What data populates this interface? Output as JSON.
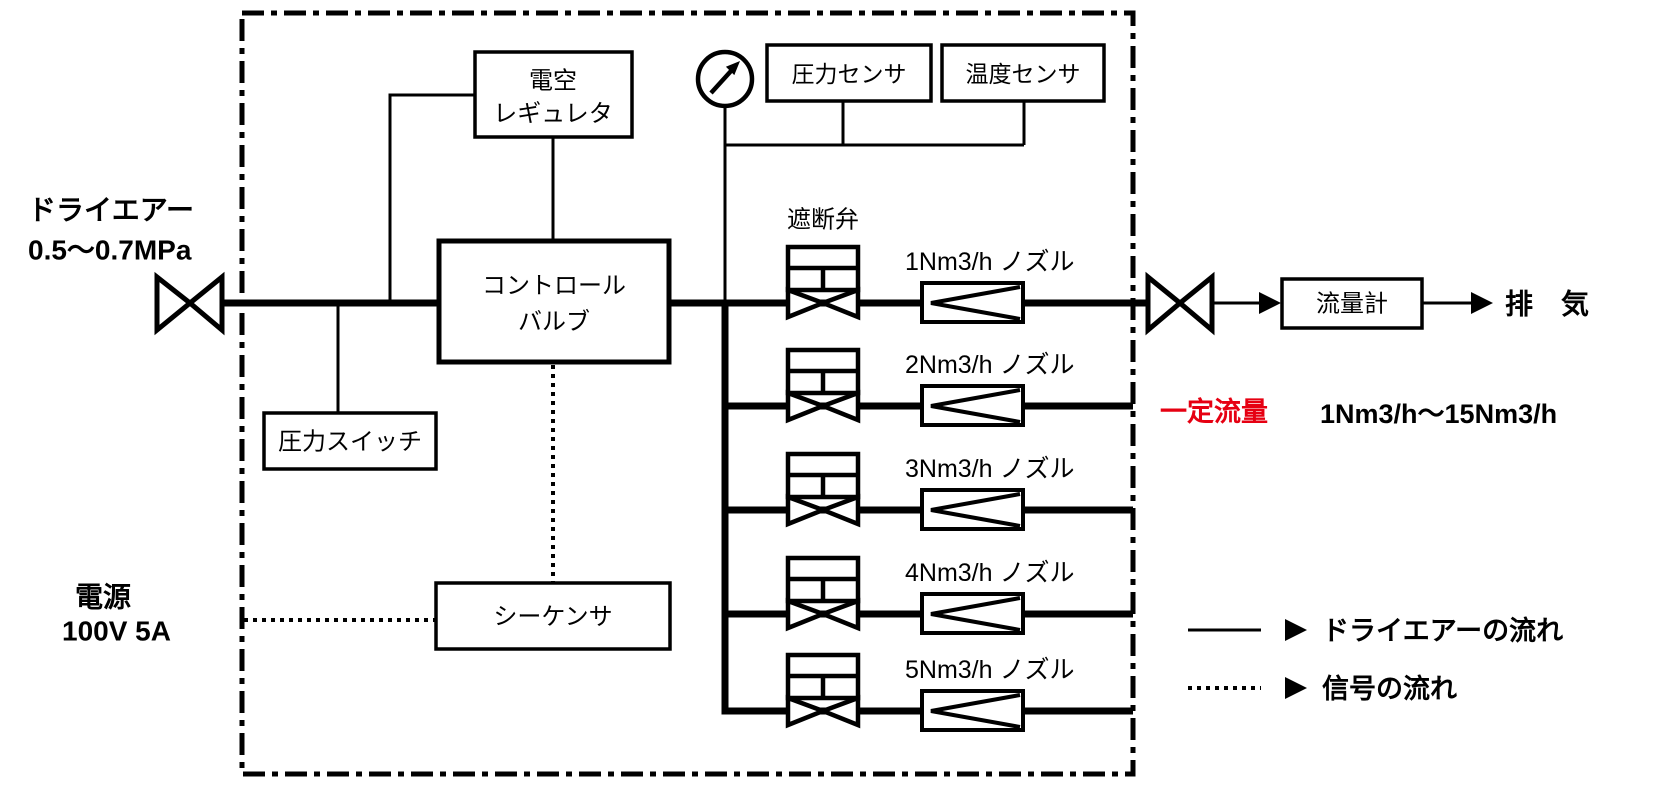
{
  "colors": {
    "ink": "#000000",
    "accent_red": "#e60012",
    "background": "#ffffff"
  },
  "inlet": {
    "line1": "ドライエアー",
    "line2": "0.5～0.7MPa"
  },
  "power": {
    "line1": "電源",
    "line2": "100V 5A"
  },
  "boxes": {
    "regulator": {
      "line1": "電空",
      "line2": "レギュレタ"
    },
    "control_valve": {
      "line1": "コントロール",
      "line2": "バルブ"
    },
    "pressure_switch": {
      "label": "圧力スイッチ"
    },
    "sequencer": {
      "label": "シーケンサ"
    },
    "pressure_sensor": {
      "label": "圧力センサ"
    },
    "temperature_sensor": {
      "label": "温度センサ"
    },
    "flow_meter": {
      "label": "流量計"
    }
  },
  "labels": {
    "shutoff_valve": "遮断弁",
    "exhaust": "排　気",
    "constant_flow": "一定流量",
    "flow_range": "1Nm3/h～15Nm3/h"
  },
  "nozzles": [
    {
      "label": "1Nm3/h ノズル"
    },
    {
      "label": "2Nm3/h ノズル"
    },
    {
      "label": "3Nm3/h ノズル"
    },
    {
      "label": "4Nm3/h ノズル"
    },
    {
      "label": "5Nm3/h ノズル"
    }
  ],
  "legend": [
    {
      "label": "ドライエアーの流れ",
      "line_style": "solid"
    },
    {
      "label": "信号の流れ",
      "line_style": "dotted"
    }
  ]
}
